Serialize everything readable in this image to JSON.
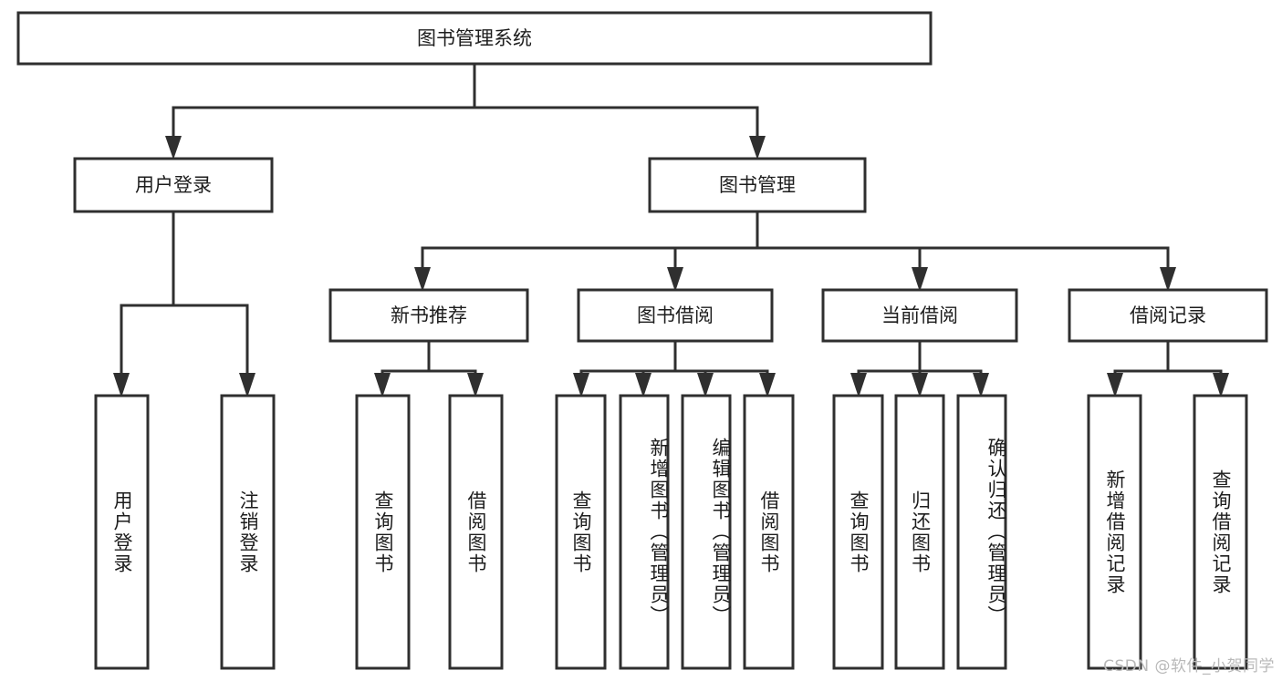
{
  "diagram": {
    "type": "hierarchy-tree",
    "title": "图书管理系统",
    "watermark": "CSDN @软件_小贺同学",
    "colors": {
      "box_stroke": "#2f2f2f",
      "box_fill": "#ffffff",
      "connector": "#2f2f2f",
      "text": "#1d1d1d",
      "watermark": "#b9b9b9",
      "background": "#ffffff"
    },
    "nodes": {
      "root": {
        "label": "图书管理系统",
        "level": 1,
        "orientation": "horizontal"
      },
      "l2_user_login": {
        "label": "用户登录",
        "level": 2,
        "orientation": "horizontal"
      },
      "l2_book_manage": {
        "label": "图书管理",
        "level": 2,
        "orientation": "horizontal"
      },
      "l3_new_book_rec": {
        "label": "新书推荐",
        "level": 3,
        "orientation": "horizontal"
      },
      "l3_book_borrow": {
        "label": "图书借阅",
        "level": 3,
        "orientation": "horizontal"
      },
      "l3_current_borrow": {
        "label": "当前借阅",
        "level": 3,
        "orientation": "horizontal"
      },
      "l3_borrow_record": {
        "label": "借阅记录",
        "level": 3,
        "orientation": "horizontal"
      },
      "leaf_user_login": {
        "label": "用户登录",
        "level": 4,
        "orientation": "vertical"
      },
      "leaf_logout": {
        "label": "注销登录",
        "level": 4,
        "orientation": "vertical"
      },
      "leaf_rec_query": {
        "label": "查询图书",
        "level": 4,
        "orientation": "vertical"
      },
      "leaf_rec_borrow": {
        "label": "借阅图书",
        "level": 4,
        "orientation": "vertical"
      },
      "leaf_borrow_query": {
        "label": "查询图书",
        "level": 4,
        "orientation": "vertical"
      },
      "leaf_borrow_add": {
        "label": "新增图书（管理员）",
        "level": 4,
        "orientation": "vertical"
      },
      "leaf_borrow_edit": {
        "label": "编辑图书（管理员）",
        "level": 4,
        "orientation": "vertical"
      },
      "leaf_borrow_do": {
        "label": "借阅图书",
        "level": 4,
        "orientation": "vertical"
      },
      "leaf_cur_query": {
        "label": "查询图书",
        "level": 4,
        "orientation": "vertical"
      },
      "leaf_cur_return": {
        "label": "归还图书",
        "level": 4,
        "orientation": "vertical"
      },
      "leaf_cur_confirm": {
        "label": "确认归还（管理员）",
        "level": 4,
        "orientation": "vertical"
      },
      "leaf_rec_add": {
        "label": "新增借阅记录",
        "level": 4,
        "orientation": "vertical"
      },
      "leaf_rec_search": {
        "label": "查询借阅记录",
        "level": 4,
        "orientation": "vertical"
      }
    },
    "edges": [
      {
        "from": "root",
        "to": "l2_user_login"
      },
      {
        "from": "root",
        "to": "l2_book_manage"
      },
      {
        "from": "l2_user_login",
        "to": "leaf_user_login"
      },
      {
        "from": "l2_user_login",
        "to": "leaf_logout"
      },
      {
        "from": "l2_book_manage",
        "to": "l3_new_book_rec"
      },
      {
        "from": "l2_book_manage",
        "to": "l3_book_borrow"
      },
      {
        "from": "l2_book_manage",
        "to": "l3_current_borrow"
      },
      {
        "from": "l2_book_manage",
        "to": "l3_borrow_record"
      },
      {
        "from": "l3_new_book_rec",
        "to": "leaf_rec_query"
      },
      {
        "from": "l3_new_book_rec",
        "to": "leaf_rec_borrow"
      },
      {
        "from": "l3_book_borrow",
        "to": "leaf_borrow_query"
      },
      {
        "from": "l3_book_borrow",
        "to": "leaf_borrow_add"
      },
      {
        "from": "l3_book_borrow",
        "to": "leaf_borrow_edit"
      },
      {
        "from": "l3_book_borrow",
        "to": "leaf_borrow_do"
      },
      {
        "from": "l3_current_borrow",
        "to": "leaf_cur_query"
      },
      {
        "from": "l3_current_borrow",
        "to": "leaf_cur_return"
      },
      {
        "from": "l3_current_borrow",
        "to": "leaf_cur_confirm"
      },
      {
        "from": "l3_borrow_record",
        "to": "leaf_rec_add"
      },
      {
        "from": "l3_borrow_record",
        "to": "leaf_rec_search"
      }
    ]
  }
}
